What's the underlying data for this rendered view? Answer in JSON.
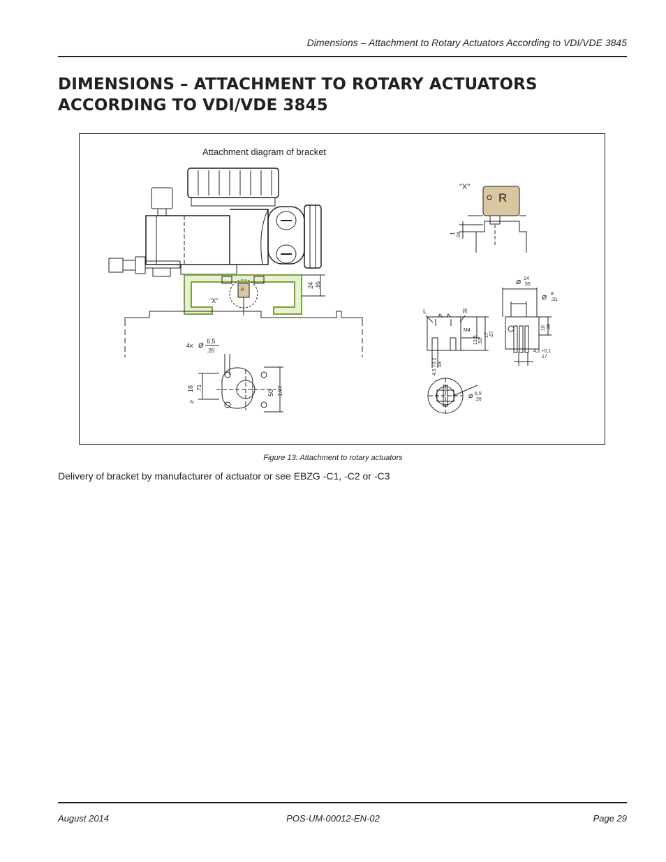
{
  "header": {
    "running_title": "Dimensions – Attachment to Rotary Actuators According to VDI/VDE 3845"
  },
  "page_title": "DIMENSIONS – ATTACHMENT TO ROTARY ACTUATORS ACCORDING TO VDI/VDE 3845",
  "figure": {
    "diagram_heading": "Attachment diagram of bracket",
    "labels": {
      "view_x_detail": "\"X\"",
      "view_x_main": "\"X\"",
      "r_mark": "R",
      "r_mark_small": "R",
      "left": "L",
      "right": "R",
      "thread": "M4",
      "qty": "4x"
    },
    "dimensions": {
      "d1_mm": "1",
      "d1_in": ".04",
      "d24_mm": "24",
      "d24_in": ".95",
      "hole_mm": "6,5",
      "hole_in": ".26",
      "d18_mm": "18",
      "d18_in": ".71",
      "ge": "≥",
      "d50_mm": "50",
      "d50_in": "1.97",
      "dia14_mm": "14",
      "dia14_in": ".55",
      "dia8_mm": "8",
      "dia8_in": ".31",
      "d13_mm": "13,5",
      "d13_in": ".53",
      "d17_mm": "17",
      "d17_in": ".67",
      "d10_mm": "10",
      "d10_in": ".39",
      "d42_mm": "4,2 +0,1",
      "d42_in": ".17",
      "d45_mm": "4,5 +0,2",
      "d45_in": ".18",
      "dia65_mm": "6,5",
      "dia65_in": ".26",
      "dia_symbol": "⌀"
    },
    "caption": "Figure 13:  Attachment to rotary actuators"
  },
  "body": {
    "text": "Delivery of bracket by manufacturer of actuator or see EBZG -C1, -C2 or -C3"
  },
  "footer": {
    "date": "August 2014",
    "doc_number": "POS-UM-00012-EN-02",
    "page": "Page 29"
  },
  "colors": {
    "text": "#231f20",
    "bracket_green": "#7aa23a",
    "bracket_fill": "#e6f0d2"
  }
}
